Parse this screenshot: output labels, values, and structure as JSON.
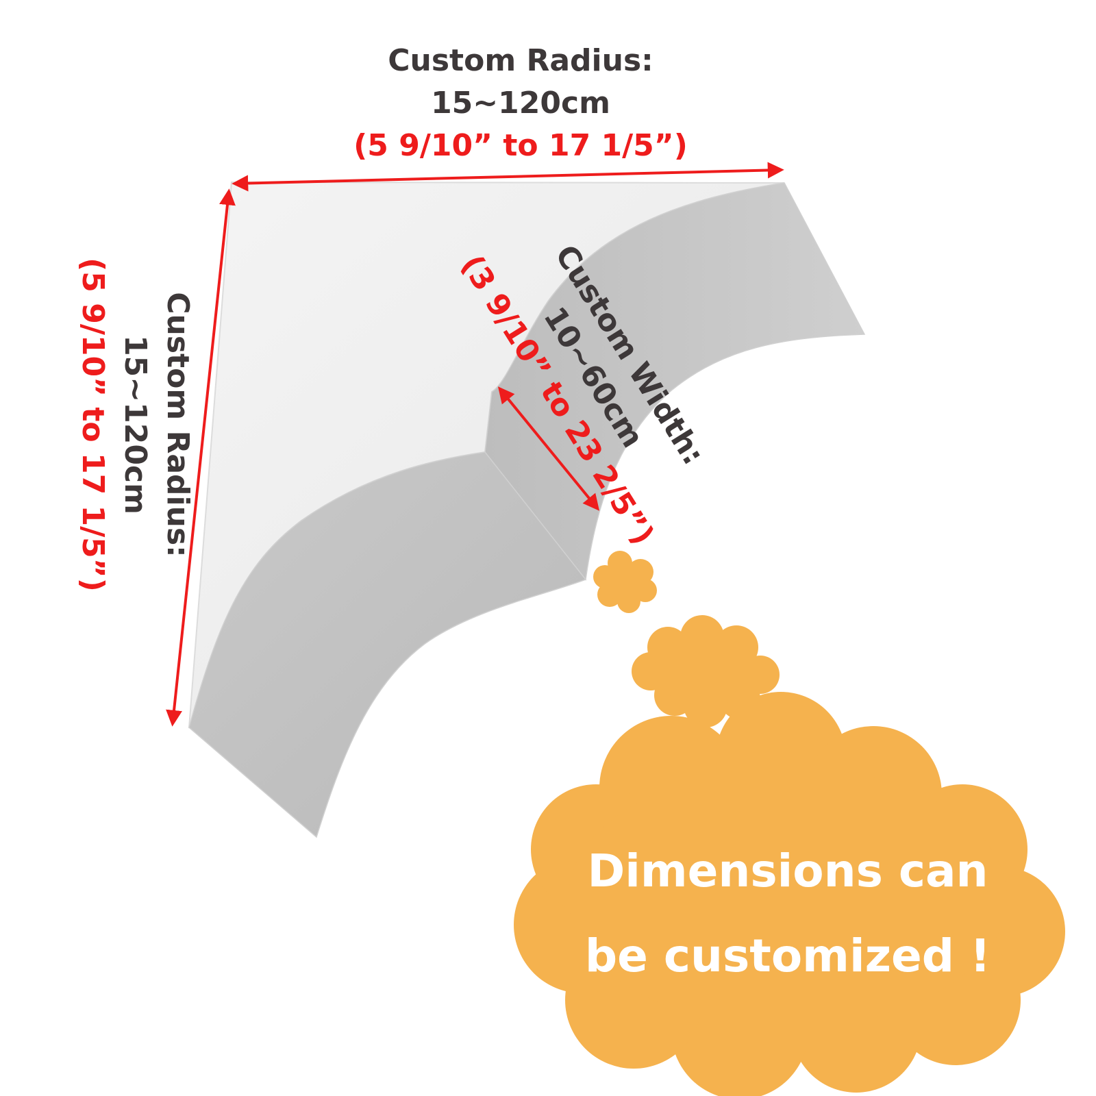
{
  "top_label": {
    "title": "Custom Radius:",
    "value_cm": "15~120cm",
    "value_in": "(5 9/10” to 17 1/5”)"
  },
  "left_label": {
    "title": "Custom Radius:",
    "value_cm": "15~120cm",
    "value_in": "(5 9/10” to 17 1/5”)"
  },
  "width_label": {
    "title": "Custom Width:",
    "value_cm": "10~60cm",
    "value_in": "(3 9/10” to 23 2/5”)"
  },
  "callout": {
    "line1": "Dimensions can",
    "line2": "be customized !"
  },
  "colors": {
    "dimension_arrow": "#ee1c1c",
    "label_dark": "#3d3839",
    "label_red": "#ee1c1c",
    "cloud": "#f5b24e",
    "panel_light": "#efefef",
    "panel_gray": "#c6c6c6"
  }
}
